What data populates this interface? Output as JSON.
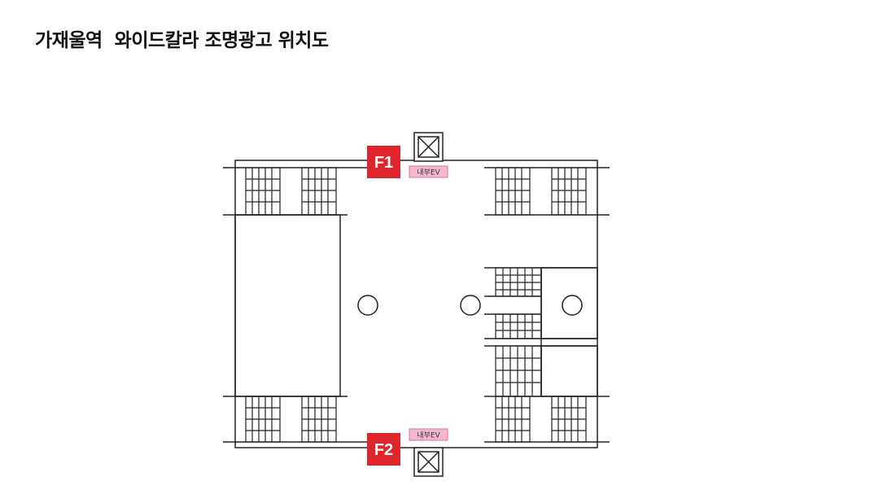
{
  "title": "가재울역  와이드칼라 조명광고 위치도",
  "markers": [
    {
      "id": "F1",
      "label": "F1",
      "color": "#e0242b"
    },
    {
      "id": "F2",
      "label": "F2",
      "color": "#e0242b"
    }
  ],
  "ev_labels": [
    "내부EV",
    "내부EV"
  ],
  "colors": {
    "marker": "#e0242b",
    "ev_label_bg": "#f4b8d0",
    "ev_label_border": "#d9709e",
    "line": "#222222"
  }
}
